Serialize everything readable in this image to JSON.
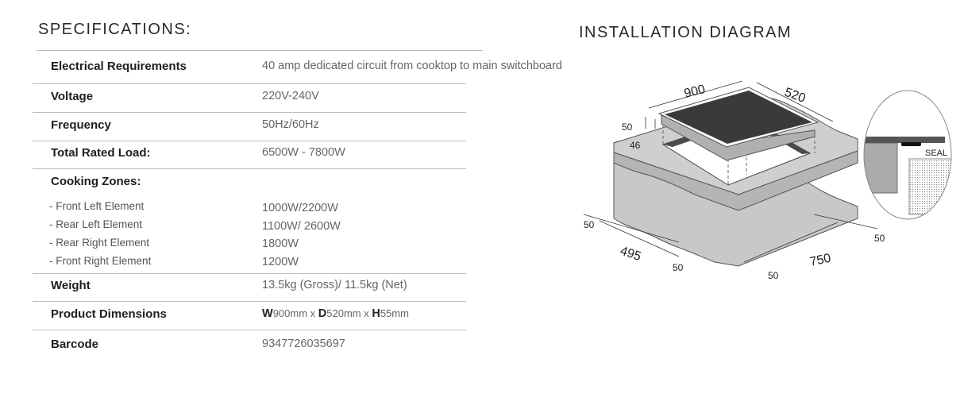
{
  "specifications": {
    "title": "SPECIFICATIONS:",
    "rows": [
      {
        "label": "Electrical Requirements",
        "value": "40 amp dedicated circuit from cooktop to main switchboard"
      },
      {
        "label": "Voltage",
        "value": "220V-240V"
      },
      {
        "label": "Frequency",
        "value": "50Hz/60Hz"
      },
      {
        "label": "Total Rated Load:",
        "value": "6500W - 7800W"
      },
      {
        "label": "Cooking Zones:",
        "value": ""
      },
      {
        "label": "Weight",
        "value": "13.5kg (Gross)/ 11.5kg (Net)"
      },
      {
        "label": "Product Dimensions",
        "value": "W900mm x D520mm x H55mm"
      },
      {
        "label": "Barcode",
        "value": "9347726035697"
      }
    ],
    "cooking_zones": [
      {
        "name": "-  Front Left Element",
        "value": "1000W/2200W"
      },
      {
        "name": "-  Rear Left Element",
        "value": "1100W/ 2600W"
      },
      {
        "name": "-  Rear Right Element",
        "value": "1800W"
      },
      {
        "name": "-  Front Right Element",
        "value": "1200W"
      }
    ],
    "dimensions_parts": {
      "w_letter": "W",
      "w_value": "900mm x ",
      "d_letter": "D",
      "d_value": "520mm x ",
      "h_letter": "H",
      "h_value": "55mm"
    }
  },
  "installation_diagram": {
    "title": "INSTALLATION DIAGRAM",
    "cooktop_width": "900",
    "cooktop_depth": "520",
    "height_outer": "50",
    "height_inner": "46",
    "cutout_depth": "495",
    "cutout_width": "750",
    "clearance_left": "50",
    "clearance_front_left": "50",
    "clearance_front_right": "50",
    "clearance_right": "50",
    "seal_label": "SEAL"
  }
}
